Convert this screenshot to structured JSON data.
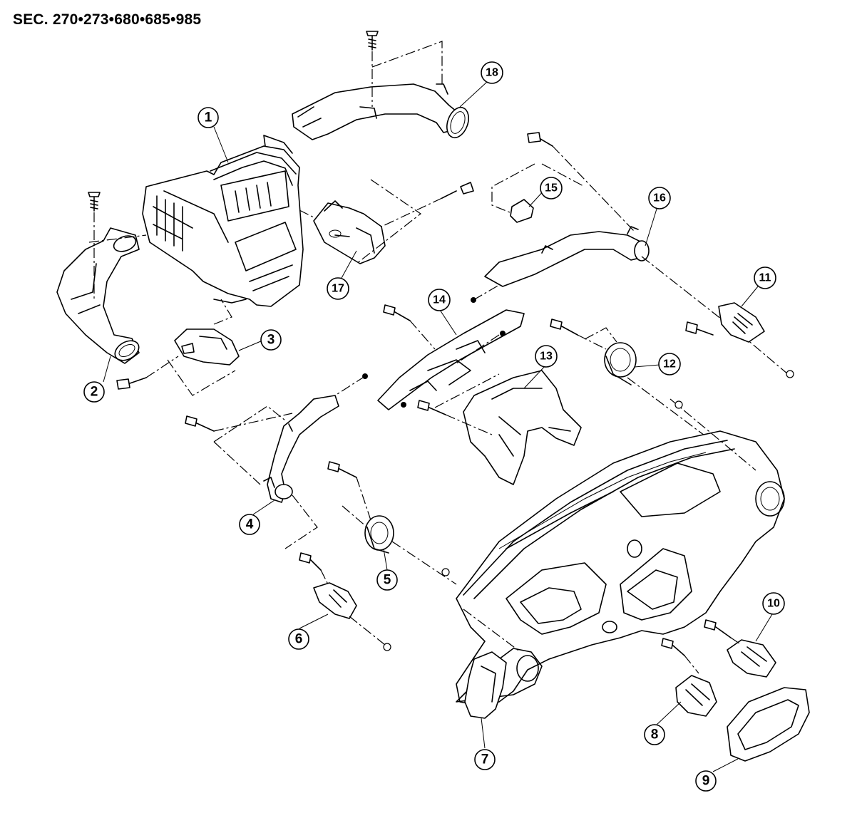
{
  "title": "SEC. 270•273•680•685•985",
  "callouts": [
    {
      "id": "callout-1",
      "label": "1"
    },
    {
      "id": "callout-2",
      "label": "2"
    },
    {
      "id": "callout-3",
      "label": "3"
    },
    {
      "id": "callout-4",
      "label": "4"
    },
    {
      "id": "callout-5",
      "label": "5"
    },
    {
      "id": "callout-6",
      "label": "6"
    },
    {
      "id": "callout-7",
      "label": "7"
    },
    {
      "id": "callout-8",
      "label": "8"
    },
    {
      "id": "callout-9",
      "label": "9"
    },
    {
      "id": "callout-10",
      "label": "10"
    },
    {
      "id": "callout-11",
      "label": "11"
    },
    {
      "id": "callout-12",
      "label": "12"
    },
    {
      "id": "callout-13",
      "label": "13"
    },
    {
      "id": "callout-14",
      "label": "14"
    },
    {
      "id": "callout-15",
      "label": "15"
    },
    {
      "id": "callout-16",
      "label": "16"
    },
    {
      "id": "callout-17",
      "label": "17"
    },
    {
      "id": "callout-18",
      "label": "18"
    }
  ]
}
